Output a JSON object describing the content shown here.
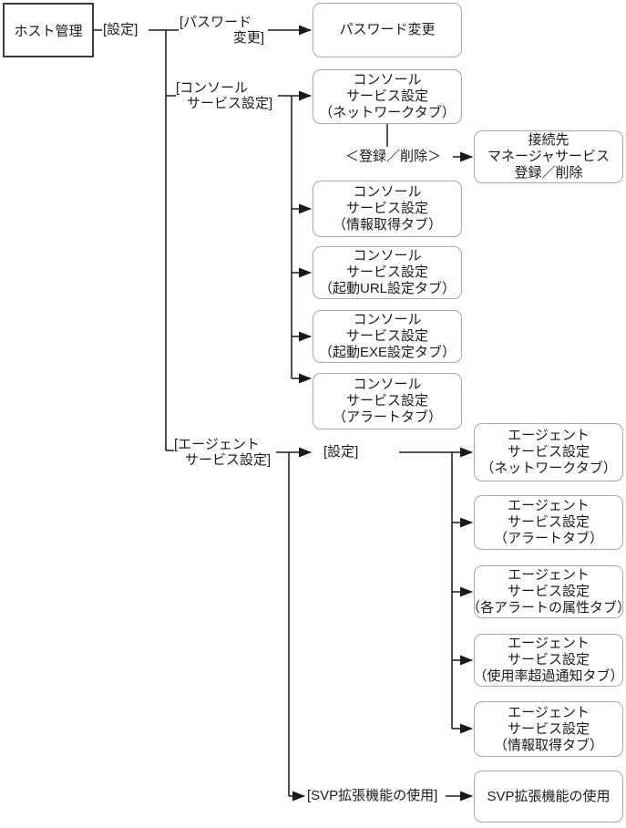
{
  "colors": {
    "background": "#ffffff",
    "line": "#1a1a1a",
    "box_border": "#a9a9a9",
    "root_box_border": "#3d3d3d",
    "text": "#1a1a1a"
  },
  "root": {
    "label": "ホスト管理"
  },
  "labels": {
    "settings": "[設定]",
    "password": [
      "[パスワード",
      "変更]"
    ],
    "console": [
      "[コンソール",
      "サービス設定]"
    ],
    "agent": [
      "[エージェント",
      "サービス設定]"
    ],
    "agent_settings": "[設定]",
    "register_delete": "＜登録／削除＞",
    "svp_extension": "[SVP拡張機能の使用]"
  },
  "nodes": {
    "password_change": {
      "lines": [
        "パスワード変更"
      ]
    },
    "console_network": {
      "lines": [
        "コンソール",
        "サービス設定",
        "（ネットワークタブ）"
      ]
    },
    "manager_service_register": {
      "lines": [
        "接続先",
        "マネージャサービス",
        "登録／削除"
      ]
    },
    "console_info": {
      "lines": [
        "コンソール",
        "サービス設定",
        "（情報取得タブ）"
      ]
    },
    "console_url": {
      "lines": [
        "コンソール",
        "サービス設定",
        "（起動URL設定タブ）"
      ]
    },
    "console_exe": {
      "lines": [
        "コンソール",
        "サービス設定",
        "（起動EXE設定タブ）"
      ]
    },
    "console_alert": {
      "lines": [
        "コンソール",
        "サービス設定",
        "（アラートタブ）"
      ]
    },
    "agent_network": {
      "lines": [
        "エージェント",
        "サービス設定",
        "（ネットワークタブ）"
      ]
    },
    "agent_alert": {
      "lines": [
        "エージェント",
        "サービス設定",
        "（アラートタブ）"
      ]
    },
    "agent_alert_attr": {
      "lines": [
        "エージェント",
        "サービス設定",
        "（各アラートの属性タブ）"
      ]
    },
    "agent_usage": {
      "lines": [
        "エージェント",
        "サービス設定",
        "（使用率超過通知タブ）"
      ]
    },
    "agent_info": {
      "lines": [
        "エージェント",
        "サービス設定",
        "（情報取得タブ）"
      ]
    },
    "svp_extension_use": {
      "lines": [
        "SVP拡張機能の使用"
      ]
    }
  }
}
